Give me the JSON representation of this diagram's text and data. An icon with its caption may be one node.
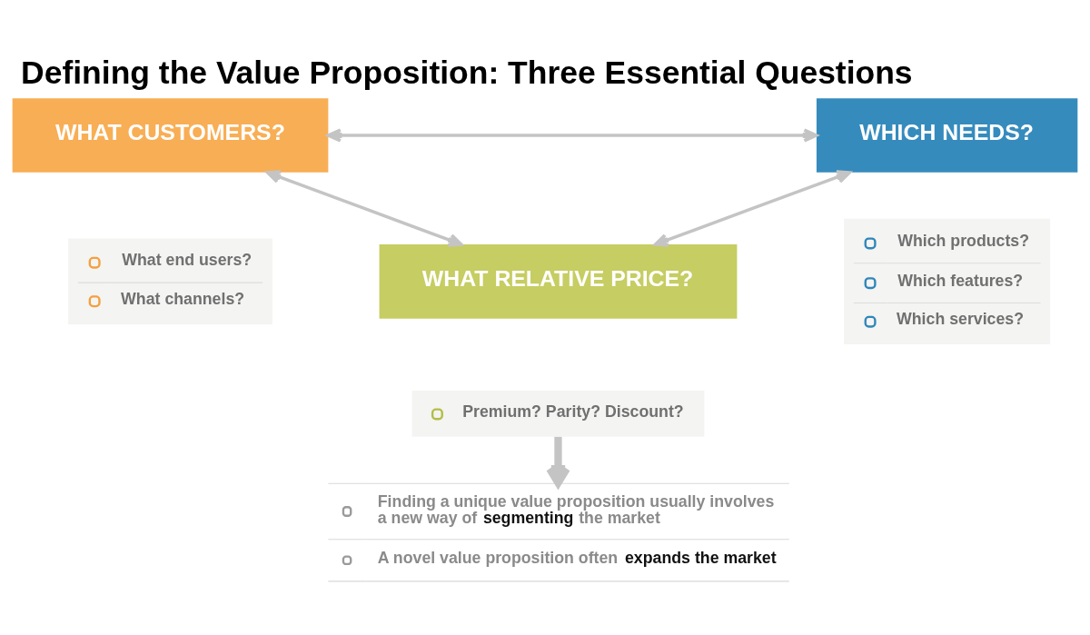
{
  "diagram": {
    "title": "Defining the Value Proposition: Three Essential Questions",
    "nodes": [
      {
        "text": [
          "WHAT CUSTOMERS?"
        ]
      },
      {
        "text": [
          "WHICH NEEDS?"
        ]
      },
      {
        "text": [
          "What end users?",
          "What channels?"
        ]
      },
      {
        "text": [
          "Which products?",
          "Which features?",
          "Which services?"
        ]
      },
      {
        "text": [
          "WHAT RELATIVE PRICE?"
        ]
      },
      {
        "text": [
          "Premium? Parity? Discount?"
        ]
      },
      {
        "text": [
          "Finding a unique value proposition usually involves a new way of **segmenting** the market",
          "A novel value proposition often **expands the market**"
        ]
      }
    ],
    "edges": [
      {
        "from": 0,
        "to": 1,
        "arrow": "both"
      },
      {
        "from": 0,
        "to": 4,
        "arrow": "both"
      },
      {
        "from": 1,
        "to": 4,
        "arrow": "both"
      },
      {
        "from": 5,
        "to": 6,
        "arrow": "to",
        "style": "thick"
      }
    ]
  }
}
